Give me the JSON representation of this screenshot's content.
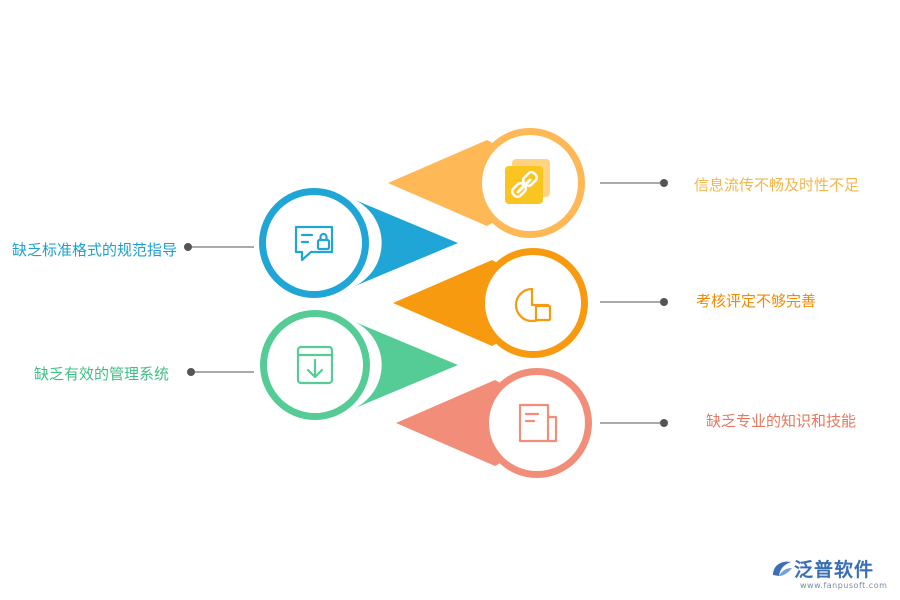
{
  "items": [
    {
      "label": "信息流传不畅及时性不足",
      "color": "#ffb856",
      "icon": "link-icon"
    },
    {
      "label": "缺乏标准格式的规范指导",
      "color": "#1fa6d6",
      "icon": "message-lock-icon"
    },
    {
      "label": "考核评定不够完善",
      "color": "#f89a10",
      "icon": "chart-icon"
    },
    {
      "label": "缺乏有效的管理系统",
      "color": "#55cc95",
      "icon": "download-box-icon"
    },
    {
      "label": "缺乏专业的知识和技能",
      "color": "#f18d78",
      "icon": "document-icon"
    }
  ],
  "logo": {
    "name": "泛普软件",
    "url": "www.fanpusoft.com",
    "color": "#3a6fb6"
  }
}
